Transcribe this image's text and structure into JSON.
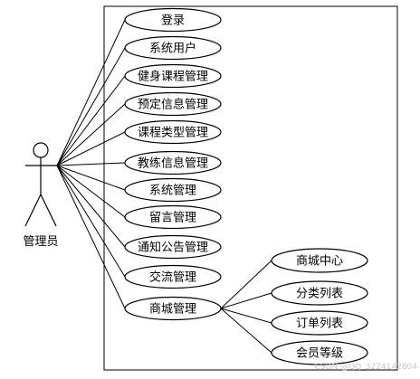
{
  "actor": {
    "label": "管理员"
  },
  "use_cases": [
    {
      "id": "login",
      "label": "登录"
    },
    {
      "id": "system-users",
      "label": "系统用户"
    },
    {
      "id": "fitness-course-management",
      "label": "健身课程管理"
    },
    {
      "id": "booking-info-management",
      "label": "预定信息管理"
    },
    {
      "id": "course-type-management",
      "label": "课程类型管理"
    },
    {
      "id": "coach-info-management",
      "label": "教练信息管理"
    },
    {
      "id": "system-management",
      "label": "系统管理"
    },
    {
      "id": "message-management",
      "label": "留言管理"
    },
    {
      "id": "notice-management",
      "label": "通知公告管理"
    },
    {
      "id": "communication-management",
      "label": "交流管理"
    },
    {
      "id": "mall-management",
      "label": "商城管理"
    }
  ],
  "mall_sub_cases": [
    {
      "id": "mall-center",
      "label": "商城中心"
    },
    {
      "id": "category-list",
      "label": "分类列表"
    },
    {
      "id": "order-list",
      "label": "订单列表"
    },
    {
      "id": "member-level",
      "label": "会员等级"
    }
  ],
  "watermark": "CSDN @QQ_3224142804"
}
